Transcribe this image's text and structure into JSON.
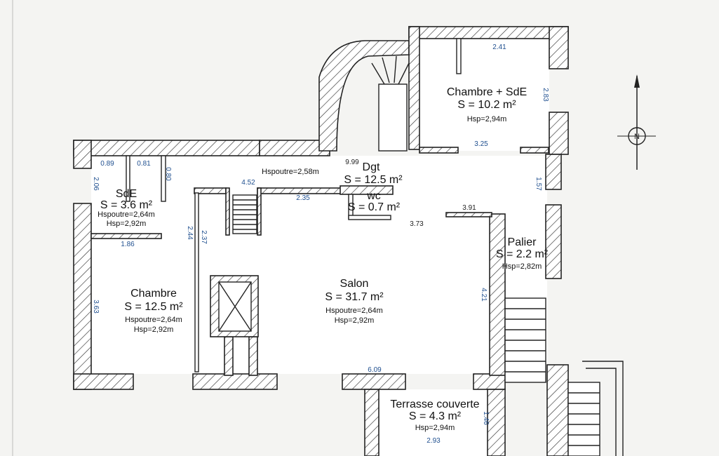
{
  "rooms": {
    "chambre_sde": {
      "name": "Chambre + SdE",
      "area": "S = 10.2 m²",
      "hsp": "Hsp=2,94m"
    },
    "sde": {
      "name": "SdE",
      "area": "S = 3.6 m²",
      "hspoutre": "Hspoutre=2,64m",
      "hsp": "Hsp=2,92m"
    },
    "dgt": {
      "name": "Dgt",
      "area": "S = 12.5 m²",
      "hspoutre": "Hspoutre=2,58m"
    },
    "wc": {
      "name": "wc",
      "area": "S = 0.7 m²"
    },
    "palier": {
      "name": "Palier",
      "area": "S = 2.2 m²",
      "hsp": "Hsp=2,82m"
    },
    "chambre": {
      "name": "Chambre",
      "area": "S = 12.5 m²",
      "hspoutre": "Hspoutre=2,64m",
      "hsp": "Hsp=2,92m"
    },
    "salon": {
      "name": "Salon",
      "area": "S = 31.7 m²",
      "hspoutre": "Hspoutre=2,64m",
      "hsp": "Hsp=2,92m"
    },
    "terrasse": {
      "name": "Terrasse couverte",
      "area": "S = 4.3 m²",
      "hsp": "Hsp=2,94m"
    }
  },
  "dimensions": {
    "d241": "2.41",
    "d283": "2.83",
    "d325": "3.25",
    "d157": "1.57",
    "d391": "3.91",
    "d373": "3.73",
    "d999": "9.99",
    "d452": "4.52",
    "d235": "2.35",
    "d089": "0.89",
    "d081": "0.81",
    "d080": "0.80",
    "d206": "2.06",
    "d186": "1.86",
    "d244": "2.44",
    "d237": "2.37",
    "d363": "3.63",
    "d421": "4.21",
    "d609": "6.09",
    "d146": "1.46",
    "d293": "2.93"
  },
  "compass": {
    "label": "N"
  }
}
